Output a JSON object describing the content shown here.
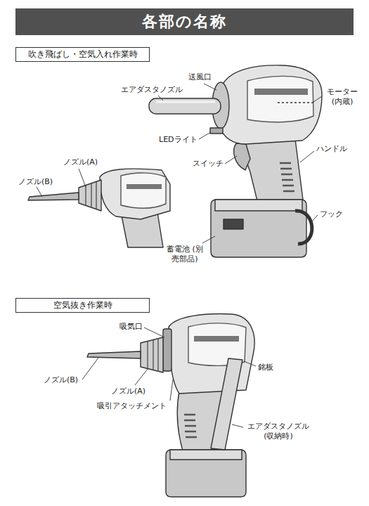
{
  "diagram": {
    "title": "各部の名称",
    "nodes": [
      {
        "text": [
          "吹き飛ばし・空気入れ作業時"
        ]
      },
      {
        "text": [
          "空気抜き作業時"
        ]
      }
    ],
    "labels": [
      "エアダスタノズル",
      "送風口",
      "モーター (内蔵)",
      "LEDライト",
      "スイッチ",
      "ハンドル",
      "ノズル(A)",
      "ノズル(B)",
      "フック",
      "蓄電池 (別売部品)",
      "吸気口",
      "銘板",
      "ノズル(B)",
      "ノズル(A)",
      "吸引アタッチメント",
      "エアダスタノズル (収納時)"
    ]
  }
}
